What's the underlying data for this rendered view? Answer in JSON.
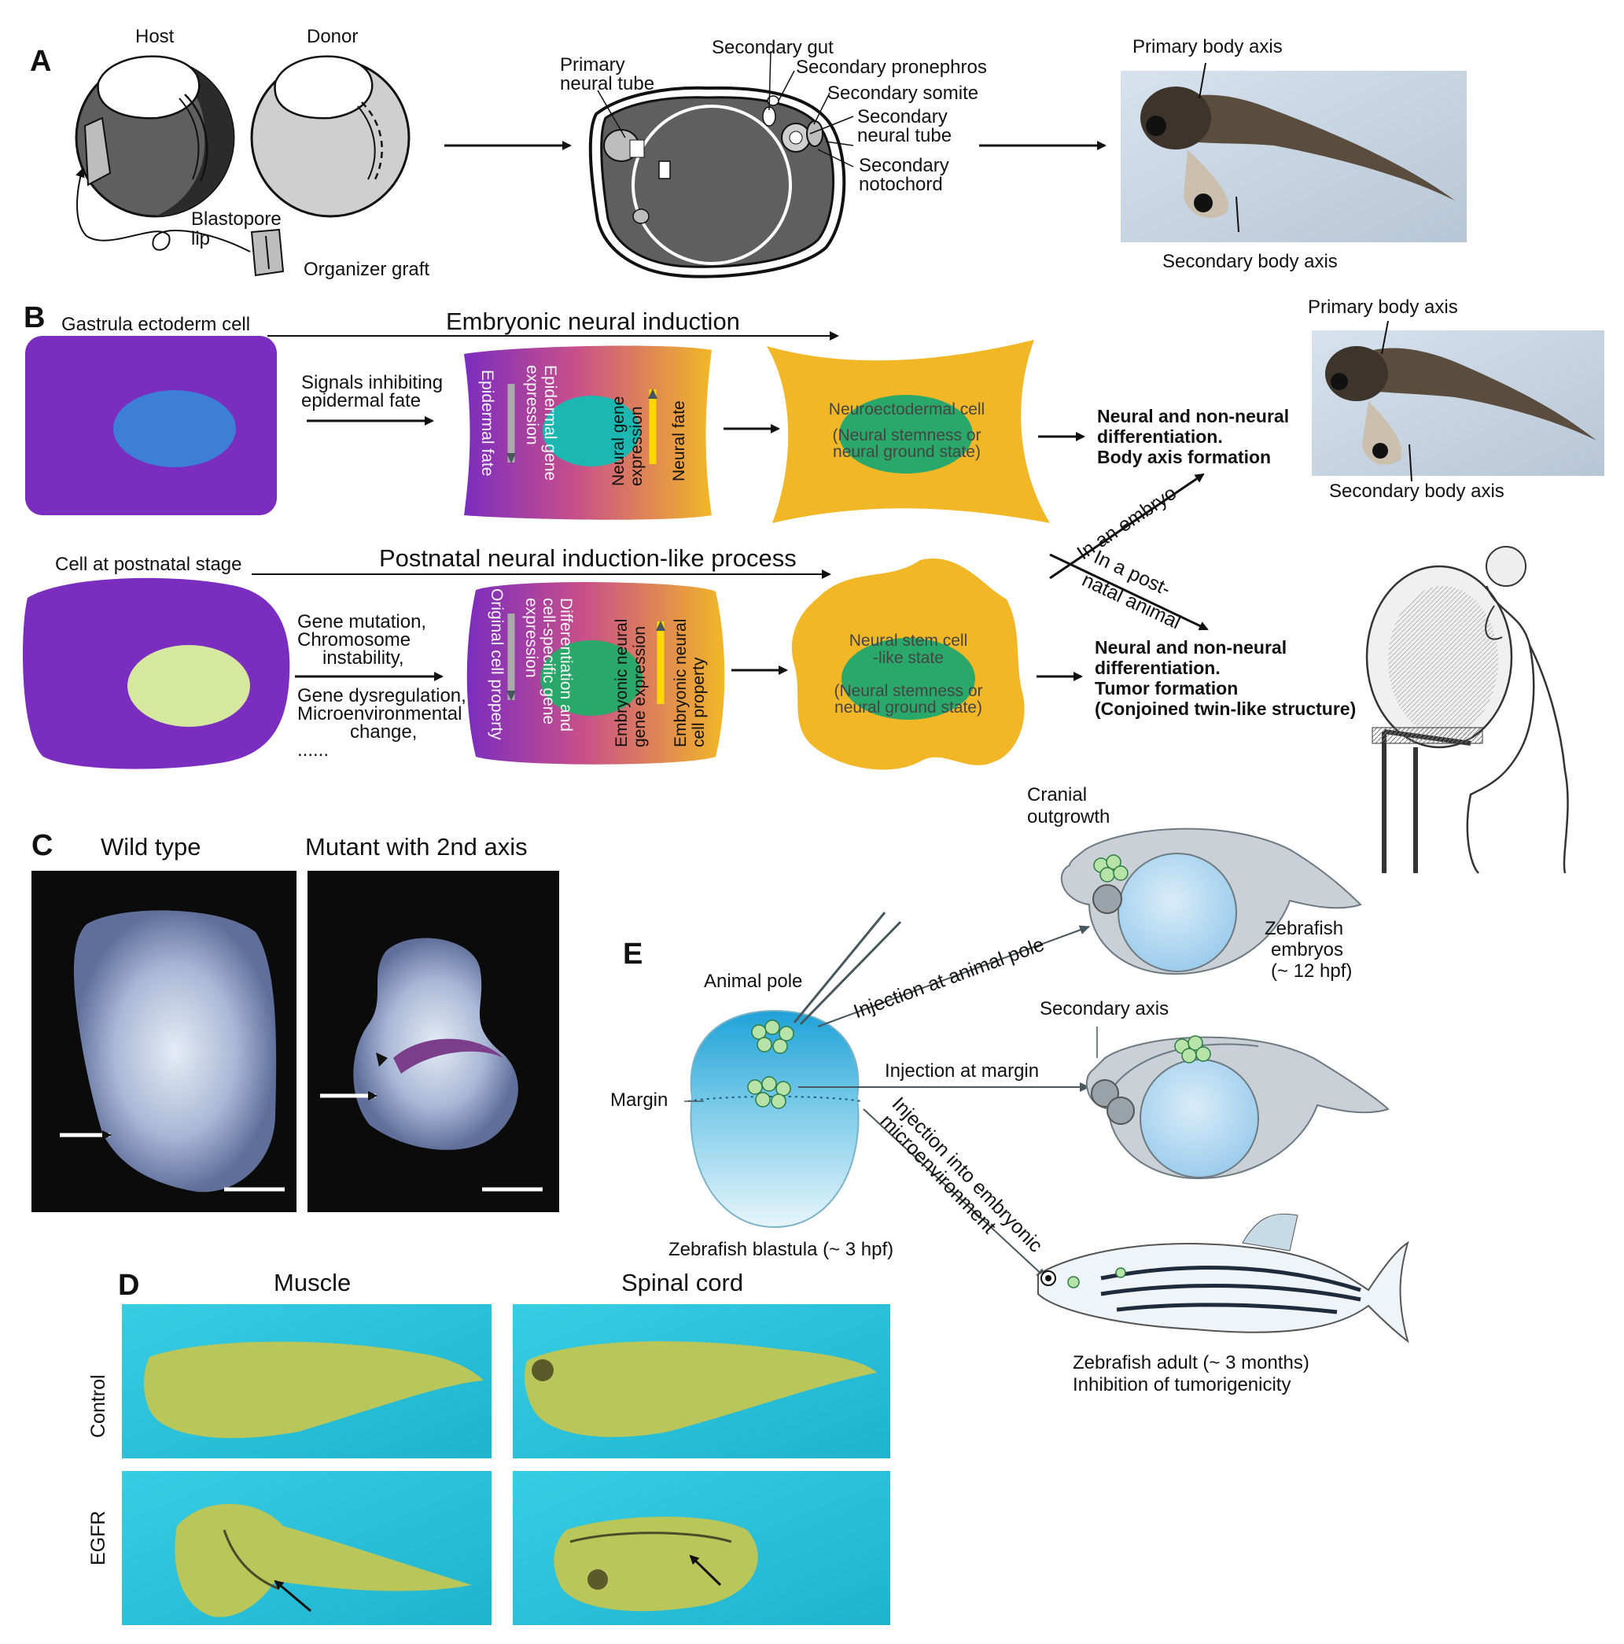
{
  "panels": {
    "a": "A",
    "b": "B",
    "c": "C",
    "d": "D",
    "e": "E"
  },
  "a": {
    "host": "Host",
    "donor": "Donor",
    "blastopore_lip": [
      "Blastopore",
      "lip"
    ],
    "organizer_graft": "Organizer graft",
    "primary_neural_tube": [
      "Primary",
      "neural tube"
    ],
    "secondary_gut": "Secondary gut",
    "secondary_pronephros": "Secondary pronephros",
    "secondary_somite": "Secondary somite",
    "secondary_neural_tube": [
      "Secondary",
      "neural tube"
    ],
    "secondary_notochord": [
      "Secondary",
      "notochord"
    ],
    "primary_body_axis": "Primary body axis",
    "secondary_body_axis": "Secondary body axis"
  },
  "b": {
    "row1": {
      "start_cell": "Gastrula ectoderm cell",
      "process": "Embryonic neural induction",
      "signal": [
        "Signals inhibiting",
        "epidermal fate"
      ],
      "cell2_left": [
        "Epidermal gene",
        "expression"
      ],
      "cell2_left2": "Epidermal fate",
      "cell2_right": [
        "Neural gene",
        "expression"
      ],
      "cell2_right2": "Neural fate",
      "cell3": [
        "Neuroectodermal cell",
        "(Neural stemness or",
        "neural ground state)"
      ],
      "outcome": [
        "Neural and non-neural",
        "differentiation.",
        "Body axis formation"
      ]
    },
    "row2": {
      "start_cell": "Cell at postnatal stage",
      "process": "Postnatal neural induction-like process",
      "causes": [
        "Gene mutation,",
        "Chromosome",
        "instability,",
        "Gene dysregulation,",
        "Microenvironmental",
        "change,",
        "......"
      ],
      "cell2_a": "Original cell property",
      "cell2_b": [
        "Differentiation and",
        "cell-specific gene",
        "expression"
      ],
      "cell2_c": [
        "Embryonic neural",
        "gene expression"
      ],
      "cell2_d": [
        "Embryonic neural",
        "cell property"
      ],
      "cell3": [
        "Neural stem cell",
        "-like state",
        "(Neural stemness or",
        "neural ground state)"
      ],
      "outcome": [
        "Neural and non-neural",
        "differentiation.",
        "Tumor formation",
        "(Conjoined twin-like structure)"
      ]
    },
    "in_embryo": "In an embryo",
    "in_postnatal": [
      "In a post-",
      "natal animal"
    ],
    "primary_body_axis": "Primary body axis",
    "secondary_body_axis": "Secondary body axis"
  },
  "c": {
    "wild_type": "Wild type",
    "mutant": "Mutant with 2nd axis"
  },
  "d": {
    "muscle": "Muscle",
    "spinal_cord": "Spinal cord",
    "control": "Control",
    "egfr": "EGFR"
  },
  "e": {
    "animal_pole": "Animal pole",
    "margin": "Margin",
    "blastula": "Zebrafish blastula (~ 3 hpf)",
    "cranial": [
      "Cranial",
      "outgrowth"
    ],
    "embryos": [
      "Zebrafish",
      "embryos",
      "(~ 12 hpf)"
    ],
    "secondary_axis": "Secondary axis",
    "inj_animal": "Injection at animal pole",
    "inj_margin": "Injection at margin",
    "inj_micro": [
      "Injection into embryonic",
      "microenvironment"
    ],
    "adult": [
      "Zebrafish adult (~ 3 months)",
      "Inhibition of tumorigenicity"
    ]
  },
  "colors": {
    "purple": "#7b2dbf",
    "blue_nucleus": "#3d7fd6",
    "pale_nucleus": "#d6e8a0",
    "yellow": "#f2b726",
    "green_nucleus": "#2aa86a",
    "cyan_bg": "#2fc6dd"
  }
}
